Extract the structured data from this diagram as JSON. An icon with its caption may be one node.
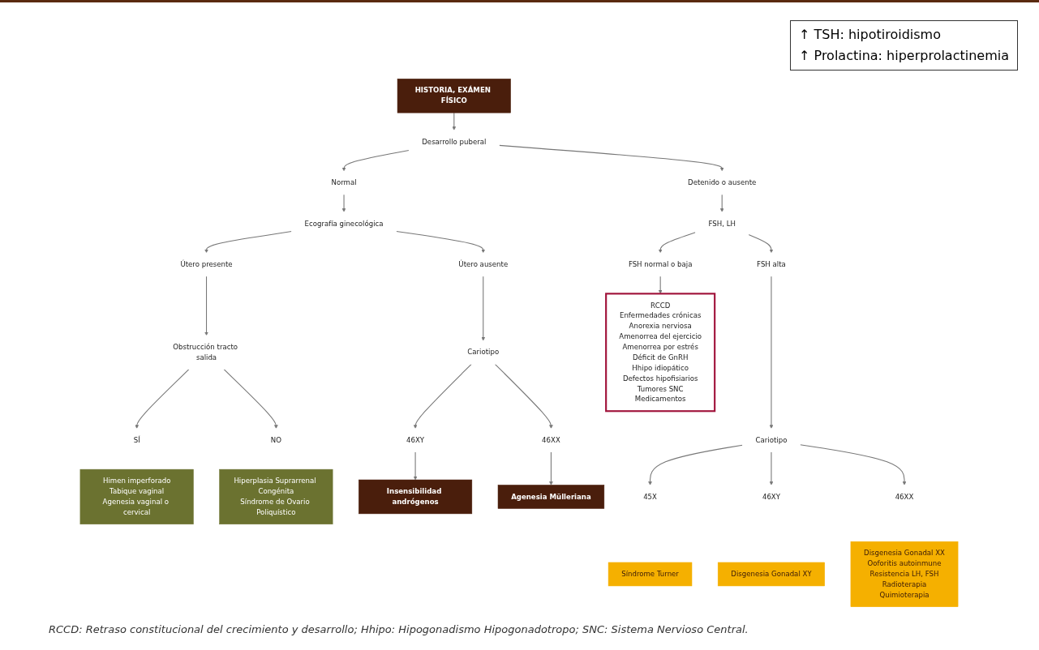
{
  "diagram": {
    "caption": "RCCD: Retraso constitucional del crecimiento y desarrollo; Hhipo: Hipogonadismo Hipogonadotropo; SNC: Sistema Nervioso Central.",
    "nodes": [
      {
        "text": [
          "HISTORIA, EXÁMEN FÍSICO"
        ]
      },
      {
        "text": [
          "Desarrollo puberal"
        ]
      },
      {
        "text": [
          "Normal"
        ]
      },
      {
        "text": [
          "Detenido o ausente"
        ]
      },
      {
        "text": [
          "Ecografía ginecológica"
        ]
      },
      {
        "text": [
          "FSH, LH"
        ]
      },
      {
        "text": [
          "Útero presente"
        ]
      },
      {
        "text": [
          "Útero ausente"
        ]
      },
      {
        "text": [
          "FSH normal o baja"
        ]
      },
      {
        "text": [
          "FSH alta"
        ]
      },
      {
        "text": [
          "Obstrucción tracto salida"
        ]
      },
      {
        "text": [
          "Cariotipo"
        ]
      },
      {
        "text": [
          "RCCD",
          "Enfermedades crónicas",
          "Anorexia nerviosa",
          "Amenorrea del ejercicio",
          "Amenorrea por estrés",
          "Déficit de GnRH",
          "Hhipo idiopático",
          "Defectos hipofisiarios",
          "Tumores SNC",
          "Medicamentos"
        ]
      },
      {
        "text": [
          "Cariotipo"
        ]
      },
      {
        "text": [
          "SÍ"
        ]
      },
      {
        "text": [
          "46XY"
        ]
      },
      {
        "text": [
          "46XX"
        ]
      },
      {
        "text": [
          "45X"
        ]
      },
      {
        "text": [
          "Síndrome Turner"
        ]
      },
      {
        "text": [
          "46XY"
        ]
      },
      {
        "text": [
          "Disgenesia Gonadal XY"
        ]
      },
      {
        "text": [
          "Himen imperforado",
          "Tabique vaginal",
          "Agenesia vaginal o cervical"
        ]
      },
      {
        "text": [
          "Insensibilidad andrógenos"
        ]
      },
      {
        "text": [
          "46XX"
        ]
      },
      {
        "text": [
          "Disgenesia Gonadal XX",
          "Ooforitis autoinmune",
          "Resistencia LH, FSH",
          "Radioterapia",
          "Quimioterapia"
        ]
      },
      {
        "text": [
          "NO"
        ]
      },
      {
        "text": [
          "Agenesia Mülleriana"
        ]
      },
      {
        "text": [
          "Hiperplasia Suprarrenal Congénita",
          "Síndrome de Ovario Poliquístico"
        ]
      }
    ],
    "edges": [
      {
        "from": 0,
        "to": 1,
        "arrow": "to"
      },
      {
        "from": 1,
        "to": 2,
        "arrow": "to"
      },
      {
        "from": 1,
        "to": 3,
        "arrow": "to"
      },
      {
        "from": 2,
        "to": 4,
        "arrow": "to"
      },
      {
        "from": 3,
        "to": 5,
        "arrow": "to"
      },
      {
        "from": 4,
        "to": 6,
        "arrow": "to"
      },
      {
        "from": 4,
        "to": 7,
        "arrow": "to"
      },
      {
        "from": 5,
        "to": 8,
        "arrow": "to"
      },
      {
        "from": 5,
        "to": 9,
        "arrow": "to"
      },
      {
        "from": 6,
        "to": 10,
        "arrow": "to"
      },
      {
        "from": 7,
        "to": 11,
        "arrow": "to"
      },
      {
        "from": 8,
        "to": 12,
        "arrow": "to"
      },
      {
        "from": 9,
        "to": 13,
        "arrow": "to"
      },
      {
        "from": 10,
        "to": 14,
        "arrow": "to"
      },
      {
        "from": 10,
        "to": 25,
        "arrow": "to"
      },
      {
        "from": 11,
        "to": 15,
        "arrow": "to"
      },
      {
        "from": 11,
        "to": 16,
        "arrow": "to"
      },
      {
        "from": 13,
        "to": 17,
        "arrow": "to"
      },
      {
        "from": 13,
        "to": 19,
        "arrow": "to"
      },
      {
        "from": 13,
        "to": 23,
        "arrow": "to"
      },
      {
        "from": 15,
        "to": 22,
        "arrow": "to"
      },
      {
        "from": 16,
        "to": 26,
        "arrow": "to"
      }
    ],
    "labels": [
      "↑ TSH: hipotiroidismo",
      "↑ Prolactina: hiperprolactinemia"
    ]
  }
}
